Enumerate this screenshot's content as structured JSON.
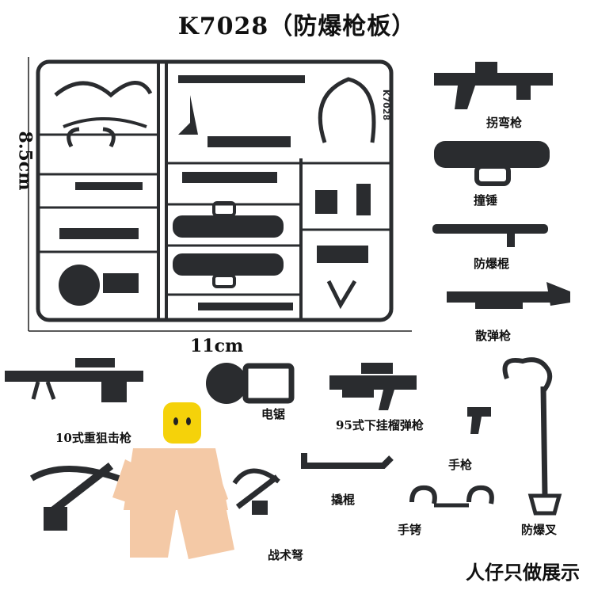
{
  "title": "K7028（防爆枪板）",
  "dimensions": {
    "height": "8.5cm",
    "width": "11cm"
  },
  "sprue_code": "K7028",
  "parts": [
    {
      "id": "crank-gun",
      "label": "拐弯枪"
    },
    {
      "id": "ram",
      "label": "撞锤"
    },
    {
      "id": "baton",
      "label": "防爆棍"
    },
    {
      "id": "shotgun",
      "label": "散弹枪"
    },
    {
      "id": "sniper",
      "label": "10式重狙击枪"
    },
    {
      "id": "chainsaw",
      "label": "电锯"
    },
    {
      "id": "grenade-rifle",
      "label": "95式下挂榴弹枪"
    },
    {
      "id": "pistol",
      "label": "手枪"
    },
    {
      "id": "crowbar",
      "label": "撬棍"
    },
    {
      "id": "handcuffs",
      "label": "手铐"
    },
    {
      "id": "fork",
      "label": "防爆叉"
    },
    {
      "id": "crossbow",
      "label": "战术弩"
    }
  ],
  "footer": "人仔只做展示",
  "colors": {
    "plastic": "#2a2c2f",
    "minifig_skin": "#f4c9a6",
    "minifig_head": "#f5d20a",
    "background": "#ffffff"
  }
}
